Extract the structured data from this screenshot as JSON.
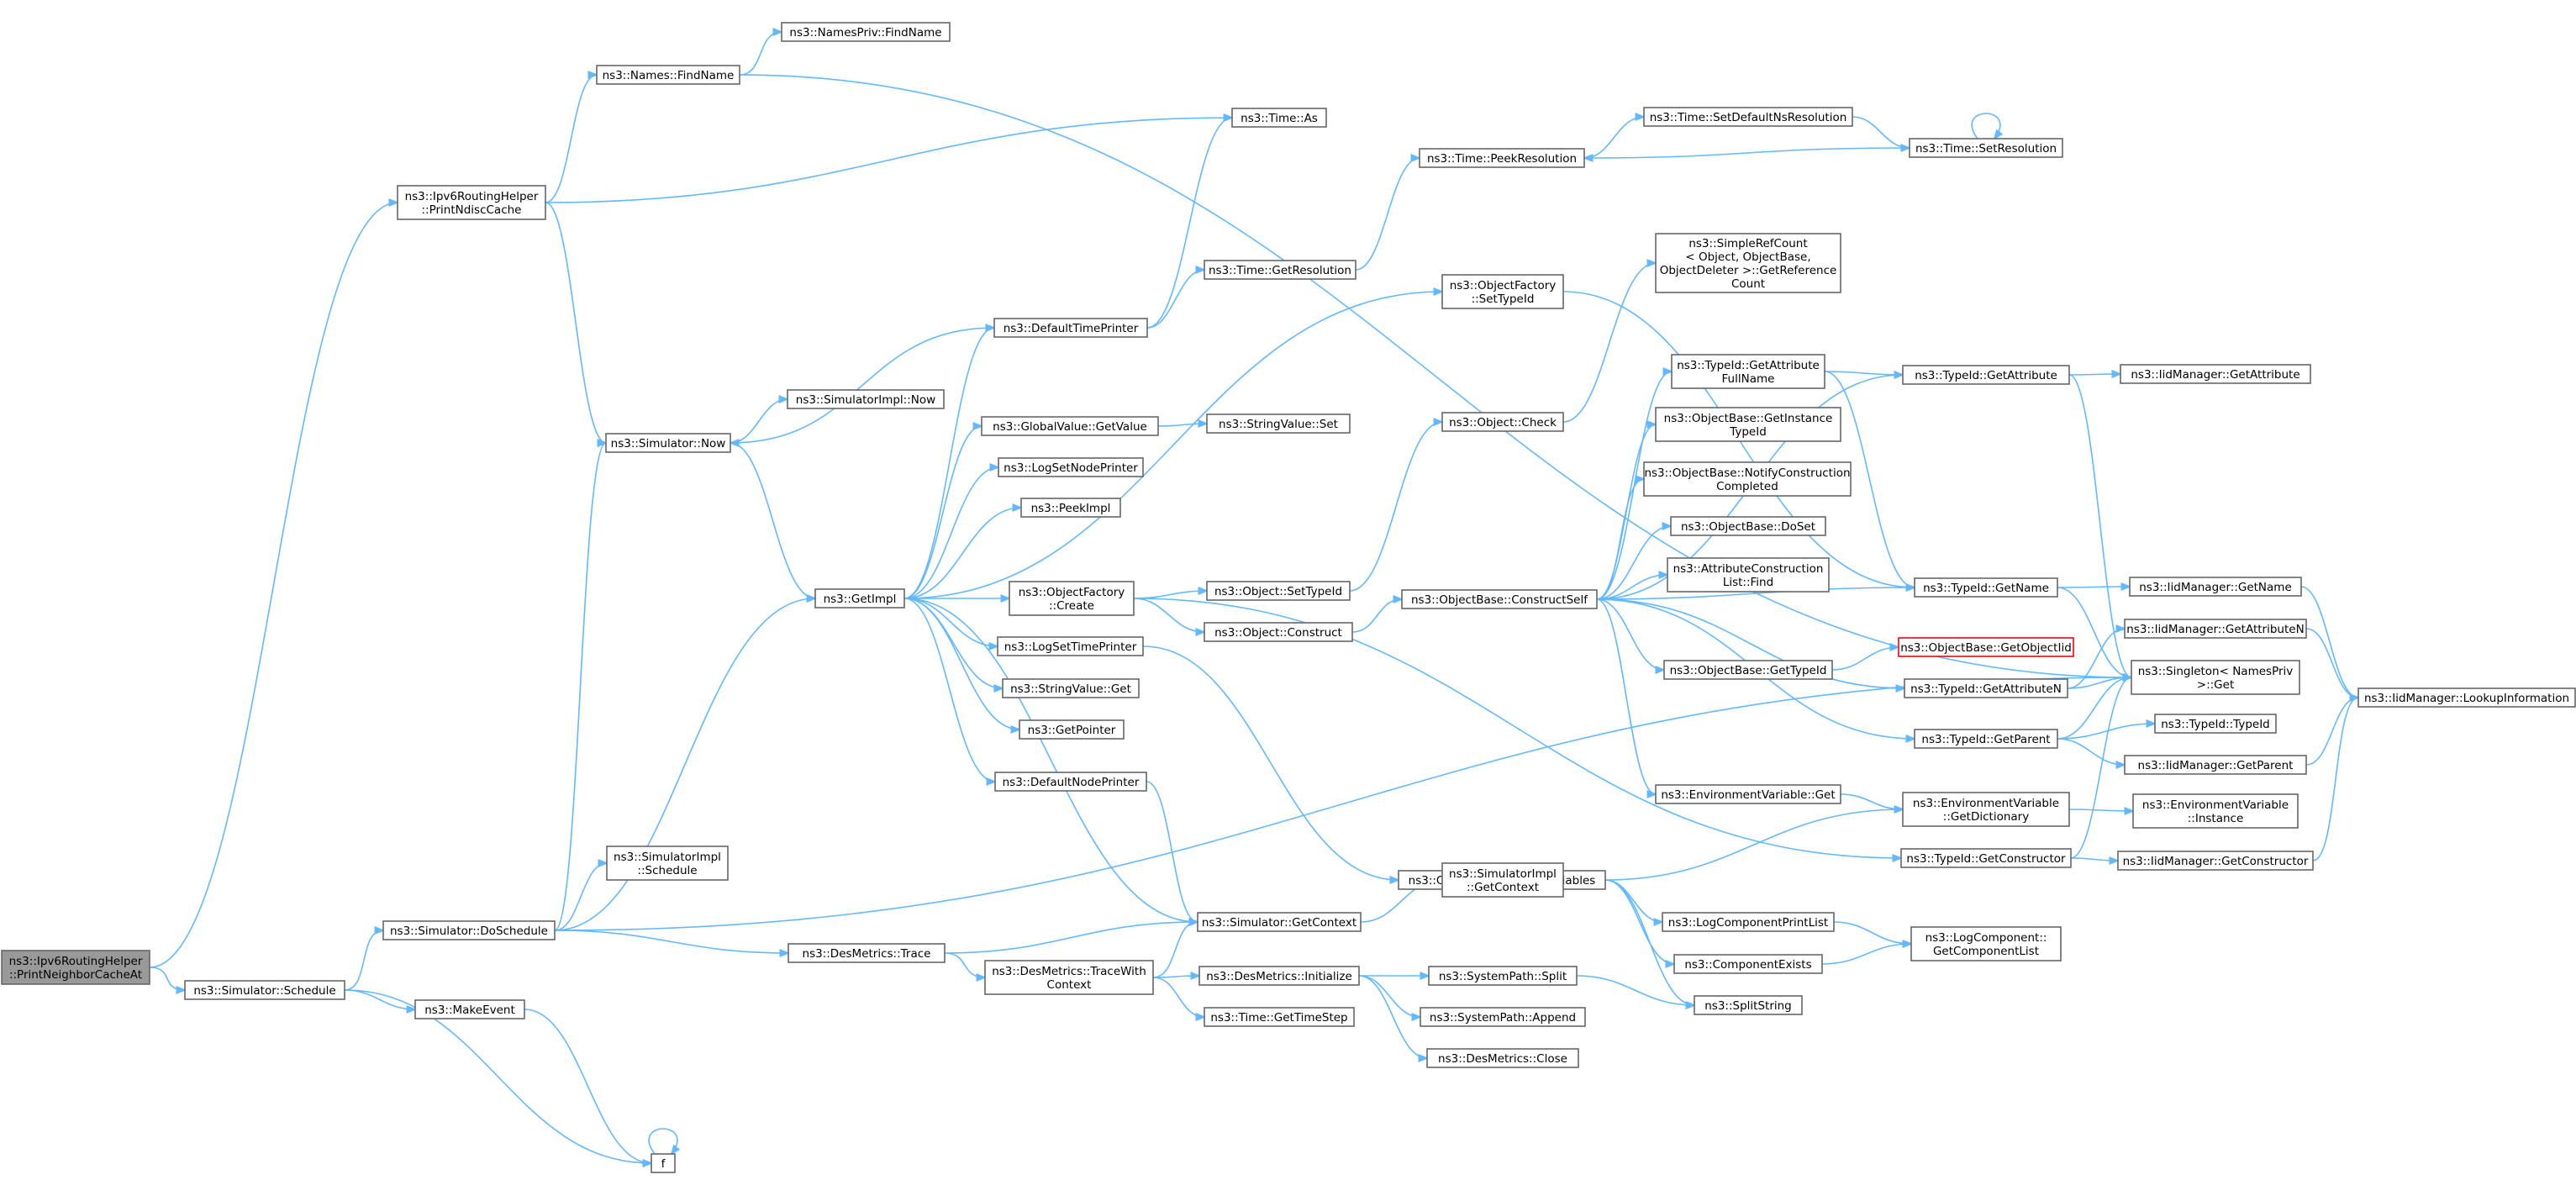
{
  "diagram": {
    "nodes": [
      {
        "id": "root",
        "lines": [
          "ns3::Ipv6RoutingHelper",
          "::PrintNeighborCacheAt"
        ],
        "style": "root"
      },
      {
        "id": "sim_schedule",
        "lines": [
          "ns3::Simulator::Schedule"
        ]
      },
      {
        "id": "ipv6_printndisc",
        "lines": [
          "ns3::Ipv6RoutingHelper",
          "::PrintNdiscCache"
        ]
      },
      {
        "id": "sim_doschedule",
        "lines": [
          "ns3::Simulator::DoSchedule"
        ]
      },
      {
        "id": "makeevent",
        "lines": [
          "ns3::MakeEvent"
        ]
      },
      {
        "id": "f",
        "lines": [
          "f"
        ]
      },
      {
        "id": "names_findname",
        "lines": [
          "ns3::Names::FindName"
        ]
      },
      {
        "id": "namespriv_findname",
        "lines": [
          "ns3::NamesPriv::FindName"
        ]
      },
      {
        "id": "sim_now",
        "lines": [
          "ns3::Simulator::Now"
        ]
      },
      {
        "id": "simimpl_now",
        "lines": [
          "ns3::SimulatorImpl::Now"
        ]
      },
      {
        "id": "simimpl_schedule",
        "lines": [
          "ns3::SimulatorImpl",
          "::Schedule"
        ]
      },
      {
        "id": "getimpl",
        "lines": [
          "ns3::GetImpl"
        ]
      },
      {
        "id": "desmetrics_trace",
        "lines": [
          "ns3::DesMetrics::Trace"
        ]
      },
      {
        "id": "defaulttimeprinter",
        "lines": [
          "ns3::DefaultTimePrinter"
        ]
      },
      {
        "id": "globalvalue_getvalue",
        "lines": [
          "ns3::GlobalValue::GetValue"
        ]
      },
      {
        "id": "logsetnodeprinter",
        "lines": [
          "ns3::LogSetNodePrinter"
        ]
      },
      {
        "id": "peekimpl",
        "lines": [
          "ns3::PeekImpl"
        ]
      },
      {
        "id": "objectfactory_create",
        "lines": [
          "ns3::ObjectFactory",
          "::Create"
        ]
      },
      {
        "id": "logsettimeprinter",
        "lines": [
          "ns3::LogSetTimePrinter"
        ]
      },
      {
        "id": "stringvalue_get",
        "lines": [
          "ns3::StringValue::Get"
        ]
      },
      {
        "id": "getpointer",
        "lines": [
          "ns3::GetPointer"
        ]
      },
      {
        "id": "defaultnodeprinter",
        "lines": [
          "ns3::DefaultNodePrinter"
        ]
      },
      {
        "id": "desmetrics_tracewithcontext",
        "lines": [
          "ns3::DesMetrics::TraceWith",
          "Context"
        ]
      },
      {
        "id": "time_as",
        "lines": [
          "ns3::Time::As"
        ]
      },
      {
        "id": "time_getresolution",
        "lines": [
          "ns3::Time::GetResolution"
        ]
      },
      {
        "id": "stringvalue_set",
        "lines": [
          "ns3::StringValue::Set"
        ]
      },
      {
        "id": "object_settypeid",
        "lines": [
          "ns3::Object::SetTypeId"
        ]
      },
      {
        "id": "object_construct",
        "lines": [
          "ns3::Object::Construct"
        ]
      },
      {
        "id": "sim_getcontext",
        "lines": [
          "ns3::Simulator::GetContext"
        ]
      },
      {
        "id": "desmetrics_initialize",
        "lines": [
          "ns3::DesMetrics::Initialize"
        ]
      },
      {
        "id": "time_gettimestep",
        "lines": [
          "ns3::Time::GetTimeStep"
        ]
      },
      {
        "id": "time_peekresolution",
        "lines": [
          "ns3::Time::PeekResolution"
        ]
      },
      {
        "id": "objectfactory_settypeid",
        "lines": [
          "ns3::ObjectFactory",
          "::SetTypeId"
        ]
      },
      {
        "id": "object_check",
        "lines": [
          "ns3::Object::Check"
        ]
      },
      {
        "id": "objectbase_constructself",
        "lines": [
          "ns3::ObjectBase::ConstructSelf"
        ]
      },
      {
        "id": "checkenvvars",
        "lines": [
          "ns3::CheckEnvironmentVariables"
        ]
      },
      {
        "id": "simimpl_getcontext",
        "lines": [
          "ns3::SimulatorImpl",
          "::GetContext"
        ]
      },
      {
        "id": "systempath_split",
        "lines": [
          "ns3::SystemPath::Split"
        ]
      },
      {
        "id": "systempath_append",
        "lines": [
          "ns3::SystemPath::Append"
        ]
      },
      {
        "id": "desmetrics_close",
        "lines": [
          "ns3::DesMetrics::Close"
        ]
      },
      {
        "id": "time_setdefaultns",
        "lines": [
          "ns3::Time::SetDefaultNsResolution"
        ]
      },
      {
        "id": "simplerefcount",
        "lines": [
          "ns3::SimpleRefCount",
          "< Object, ObjectBase,",
          "ObjectDeleter >::GetReference",
          "Count"
        ]
      },
      {
        "id": "typeid_getattrfullname",
        "lines": [
          "ns3::TypeId::GetAttribute",
          "FullName"
        ]
      },
      {
        "id": "objectbase_getinstancetypeid",
        "lines": [
          "ns3::ObjectBase::GetInstance",
          "TypeId"
        ]
      },
      {
        "id": "objectbase_notifyconstruction",
        "lines": [
          "ns3::ObjectBase::NotifyConstruction",
          "Completed"
        ]
      },
      {
        "id": "objectbase_doset",
        "lines": [
          "ns3::ObjectBase::DoSet"
        ]
      },
      {
        "id": "attrconstructionlist_find",
        "lines": [
          "ns3::AttributeConstruction",
          "List::Find"
        ]
      },
      {
        "id": "objectbase_gettypeid",
        "lines": [
          "ns3::ObjectBase::GetTypeId"
        ]
      },
      {
        "id": "envvar_get",
        "lines": [
          "ns3::EnvironmentVariable::Get"
        ]
      },
      {
        "id": "logcomponentprintlist",
        "lines": [
          "ns3::LogComponentPrintList"
        ]
      },
      {
        "id": "componentexists",
        "lines": [
          "ns3::ComponentExists"
        ]
      },
      {
        "id": "splitstring",
        "lines": [
          "ns3::SplitString"
        ]
      },
      {
        "id": "time_setresolution",
        "lines": [
          "ns3::Time::SetResolution"
        ]
      },
      {
        "id": "typeid_getattribute",
        "lines": [
          "ns3::TypeId::GetAttribute"
        ]
      },
      {
        "id": "typeid_getname",
        "lines": [
          "ns3::TypeId::GetName"
        ]
      },
      {
        "id": "objectbase_getobjectiid",
        "lines": [
          "ns3::ObjectBase::GetObjectIid"
        ],
        "style": "missing"
      },
      {
        "id": "typeid_getattributen",
        "lines": [
          "ns3::TypeId::GetAttributeN"
        ]
      },
      {
        "id": "typeid_getparent",
        "lines": [
          "ns3::TypeId::GetParent"
        ]
      },
      {
        "id": "envvar_getdictionary",
        "lines": [
          "ns3::EnvironmentVariable",
          "::GetDictionary"
        ]
      },
      {
        "id": "typeid_getconstructor",
        "lines": [
          "ns3::TypeId::GetConstructor"
        ]
      },
      {
        "id": "logcomponent_getcomponentlist",
        "lines": [
          "ns3::LogComponent::",
          "GetComponentList"
        ]
      },
      {
        "id": "iidmanager_getattribute",
        "lines": [
          "ns3::IidManager::GetAttribute"
        ]
      },
      {
        "id": "iidmanager_getname",
        "lines": [
          "ns3::IidManager::GetName"
        ]
      },
      {
        "id": "iidmanager_getattributen",
        "lines": [
          "ns3::IidManager::GetAttributeN"
        ]
      },
      {
        "id": "singleton_get",
        "lines": [
          "ns3::Singleton< NamesPriv",
          ">::Get"
        ]
      },
      {
        "id": "typeid_typeid",
        "lines": [
          "ns3::TypeId::TypeId"
        ]
      },
      {
        "id": "iidmanager_getparent",
        "lines": [
          "ns3::IidManager::GetParent"
        ]
      },
      {
        "id": "envvar_instance",
        "lines": [
          "ns3::EnvironmentVariable",
          "::Instance"
        ]
      },
      {
        "id": "iidmanager_getconstructor",
        "lines": [
          "ns3::IidManager::GetConstructor"
        ]
      },
      {
        "id": "iidmanager_lookupinformation",
        "lines": [
          "ns3::IidManager::LookupInformation"
        ]
      }
    ],
    "edges": [
      [
        "root",
        "sim_schedule"
      ],
      [
        "root",
        "ipv6_printndisc"
      ],
      [
        "sim_schedule",
        "sim_doschedule"
      ],
      [
        "sim_schedule",
        "makeevent"
      ],
      [
        "sim_schedule",
        "f"
      ],
      [
        "ipv6_printndisc",
        "names_findname"
      ],
      [
        "ipv6_printndisc",
        "time_as"
      ],
      [
        "ipv6_printndisc",
        "sim_now"
      ],
      [
        "names_findname",
        "namespriv_findname"
      ],
      [
        "names_findname",
        "singleton_get"
      ],
      [
        "sim_doschedule",
        "sim_now"
      ],
      [
        "sim_doschedule",
        "simimpl_schedule"
      ],
      [
        "sim_doschedule",
        "getimpl"
      ],
      [
        "sim_doschedule",
        "desmetrics_trace"
      ],
      [
        "sim_doschedule",
        "singleton_get"
      ],
      [
        "makeevent",
        "f"
      ],
      [
        "f",
        "f"
      ],
      [
        "sim_now",
        "simimpl_now"
      ],
      [
        "sim_now",
        "getimpl"
      ],
      [
        "defaulttimeprinter",
        "sim_now"
      ],
      [
        "defaulttimeprinter",
        "time_as"
      ],
      [
        "defaulttimeprinter",
        "time_getresolution"
      ],
      [
        "getimpl",
        "defaulttimeprinter"
      ],
      [
        "getimpl",
        "globalvalue_getvalue"
      ],
      [
        "getimpl",
        "logsetnodeprinter"
      ],
      [
        "getimpl",
        "peekimpl"
      ],
      [
        "getimpl",
        "objectfactory_create"
      ],
      [
        "getimpl",
        "logsettimeprinter"
      ],
      [
        "getimpl",
        "stringvalue_get"
      ],
      [
        "getimpl",
        "getpointer"
      ],
      [
        "getimpl",
        "defaultnodeprinter"
      ],
      [
        "getimpl",
        "sim_getcontext"
      ],
      [
        "getimpl",
        "objectfactory_settypeid"
      ],
      [
        "globalvalue_getvalue",
        "stringvalue_set"
      ],
      [
        "objectfactory_create",
        "object_settypeid"
      ],
      [
        "objectfactory_create",
        "object_construct"
      ],
      [
        "objectfactory_create",
        "typeid_getconstructor"
      ],
      [
        "logsettimeprinter",
        "checkenvvars"
      ],
      [
        "defaultnodeprinter",
        "sim_getcontext"
      ],
      [
        "desmetrics_trace",
        "sim_getcontext"
      ],
      [
        "desmetrics_trace",
        "desmetrics_tracewithcontext"
      ],
      [
        "desmetrics_tracewithcontext",
        "sim_getcontext"
      ],
      [
        "desmetrics_tracewithcontext",
        "desmetrics_initialize"
      ],
      [
        "desmetrics_tracewithcontext",
        "time_gettimestep"
      ],
      [
        "sim_getcontext",
        "simimpl_getcontext"
      ],
      [
        "desmetrics_initialize",
        "systempath_split"
      ],
      [
        "desmetrics_initialize",
        "systempath_append"
      ],
      [
        "desmetrics_initialize",
        "desmetrics_close"
      ],
      [
        "time_getresolution",
        "time_peekresolution"
      ],
      [
        "time_peekresolution",
        "time_setdefaultns"
      ],
      [
        "time_setdefaultns",
        "time_setresolution"
      ],
      [
        "time_setresolution",
        "time_peekresolution"
      ],
      [
        "time_setresolution",
        "time_setresolution"
      ],
      [
        "object_settypeid",
        "object_check"
      ],
      [
        "object_construct",
        "objectbase_constructself"
      ],
      [
        "object_check",
        "simplerefcount"
      ],
      [
        "objectfactory_settypeid",
        "typeid_getname"
      ],
      [
        "objectbase_constructself",
        "typeid_getattrfullname"
      ],
      [
        "objectbase_constructself",
        "objectbase_getinstancetypeid"
      ],
      [
        "objectbase_constructself",
        "objectbase_notifyconstruction"
      ],
      [
        "objectbase_constructself",
        "objectbase_doset"
      ],
      [
        "objectbase_constructself",
        "attrconstructionlist_find"
      ],
      [
        "objectbase_constructself",
        "objectbase_gettypeid"
      ],
      [
        "objectbase_constructself",
        "envvar_get"
      ],
      [
        "objectbase_constructself",
        "typeid_getattribute"
      ],
      [
        "objectbase_constructself",
        "typeid_getname"
      ],
      [
        "objectbase_constructself",
        "typeid_getattributen"
      ],
      [
        "objectbase_constructself",
        "typeid_getparent"
      ],
      [
        "typeid_getattrfullname",
        "typeid_getattribute"
      ],
      [
        "typeid_getattrfullname",
        "typeid_getname"
      ],
      [
        "objectbase_gettypeid",
        "objectbase_getobjectiid"
      ],
      [
        "envvar_get",
        "envvar_getdictionary"
      ],
      [
        "checkenvvars",
        "envvar_getdictionary"
      ],
      [
        "checkenvvars",
        "logcomponentprintlist"
      ],
      [
        "checkenvvars",
        "componentexists"
      ],
      [
        "checkenvvars",
        "splitstring"
      ],
      [
        "systempath_split",
        "splitstring"
      ],
      [
        "logcomponentprintlist",
        "logcomponent_getcomponentlist"
      ],
      [
        "componentexists",
        "logcomponent_getcomponentlist"
      ],
      [
        "typeid_getattribute",
        "iidmanager_getattribute"
      ],
      [
        "typeid_getattribute",
        "singleton_get"
      ],
      [
        "typeid_getname",
        "iidmanager_getname"
      ],
      [
        "typeid_getname",
        "singleton_get"
      ],
      [
        "typeid_getattributen",
        "iidmanager_getattributen"
      ],
      [
        "typeid_getattributen",
        "singleton_get"
      ],
      [
        "typeid_getparent",
        "typeid_typeid"
      ],
      [
        "typeid_getparent",
        "iidmanager_getparent"
      ],
      [
        "typeid_getparent",
        "singleton_get"
      ],
      [
        "typeid_getconstructor",
        "iidmanager_getconstructor"
      ],
      [
        "typeid_getconstructor",
        "singleton_get"
      ],
      [
        "envvar_getdictionary",
        "envvar_instance"
      ],
      [
        "iidmanager_getname",
        "iidmanager_lookupinformation"
      ],
      [
        "iidmanager_getattributen",
        "iidmanager_lookupinformation"
      ],
      [
        "iidmanager_getparent",
        "iidmanager_lookupinformation"
      ],
      [
        "iidmanager_getconstructor",
        "iidmanager_lookupinformation"
      ]
    ]
  }
}
